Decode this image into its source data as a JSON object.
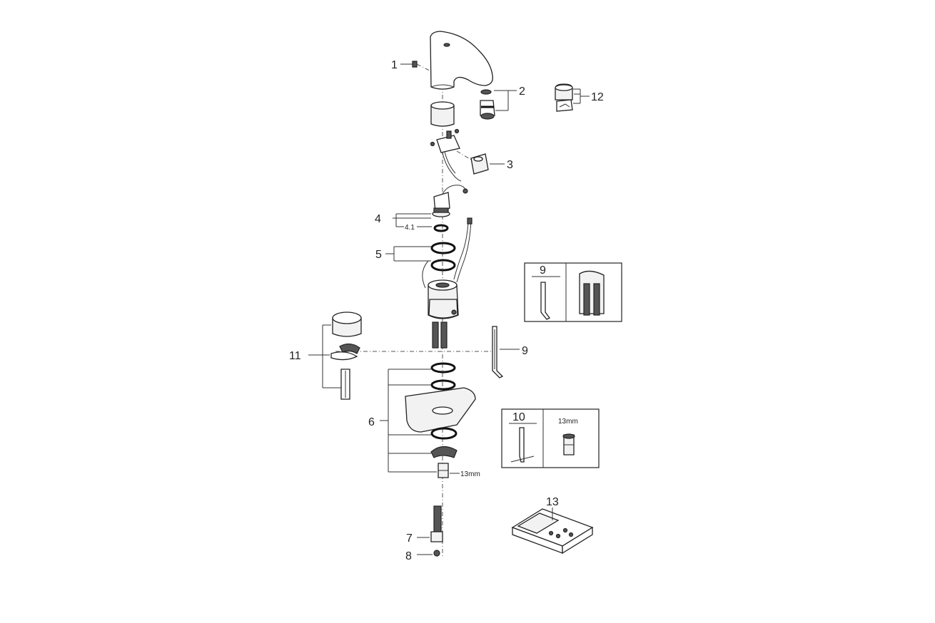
{
  "callouts": {
    "c1": "1",
    "c2": "2",
    "c3": "3",
    "c4": "4",
    "c4_1": "4.1",
    "c5": "5",
    "c6": "6",
    "c7": "7",
    "c8": "8",
    "c9": "9",
    "c11": "11",
    "c12": "12",
    "c13": "13"
  },
  "inset9": {
    "number": "9"
  },
  "inset10": {
    "number": "10",
    "size_label": "13mm"
  },
  "valve_size_label": "13mm"
}
